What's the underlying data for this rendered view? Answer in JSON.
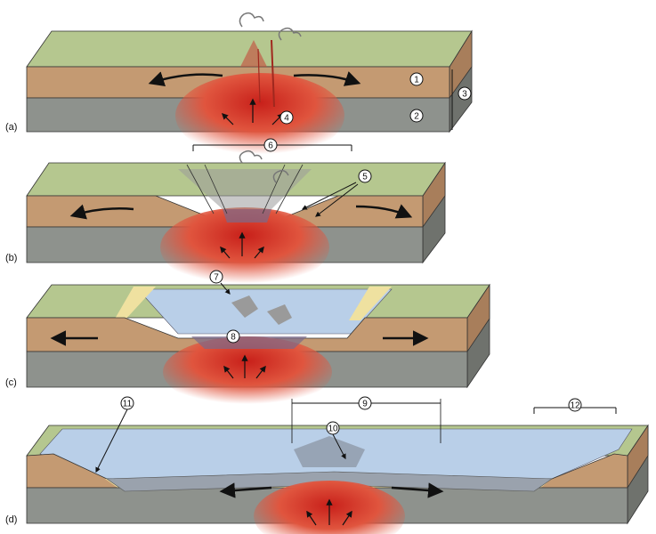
{
  "panels": [
    {
      "label": "(a)"
    },
    {
      "label": "(b)"
    },
    {
      "label": "(c)"
    },
    {
      "label": "(d)"
    }
  ],
  "callouts": [
    "1",
    "2",
    "3",
    "4",
    "5",
    "6",
    "7",
    "8",
    "9",
    "10",
    "11",
    "12"
  ],
  "colors": {
    "surface": "#b5c78f",
    "crust": "#c49a72",
    "mantle": "#8e928d",
    "magma": "#d8322b",
    "water": "#b9cfe8",
    "sand": "#efe1a0"
  }
}
